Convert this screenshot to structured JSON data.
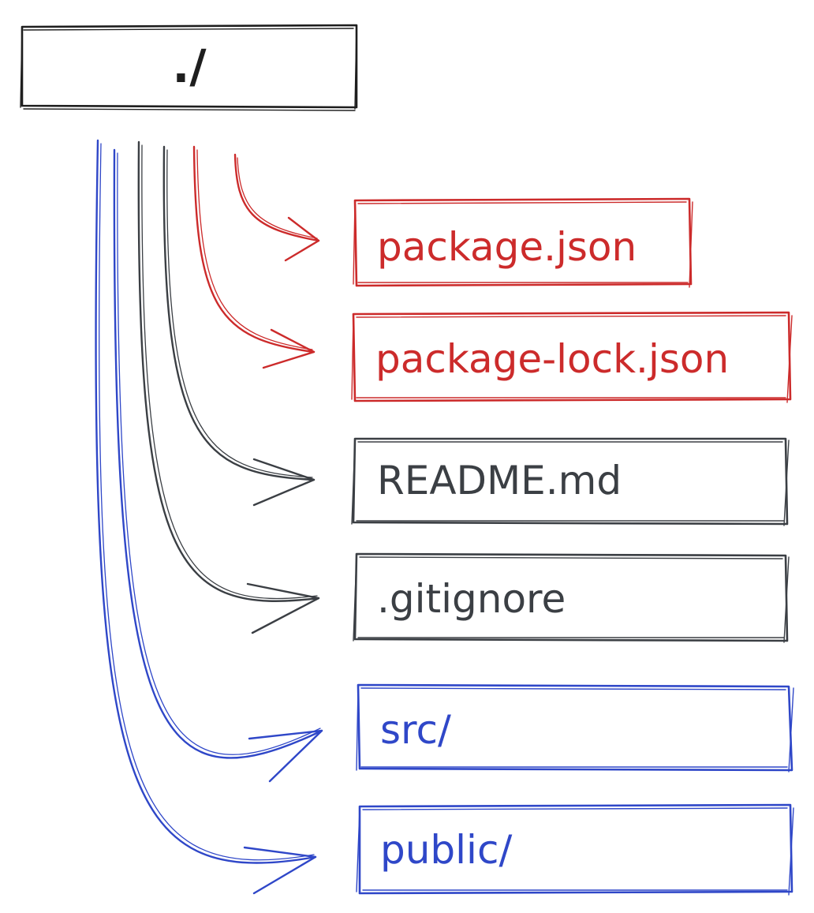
{
  "root": {
    "label": "./"
  },
  "colors": {
    "root": "#1e1e1e",
    "config": "#cc2b2b",
    "docs": "#3b3f44",
    "folders": "#2f47c8"
  },
  "entries": [
    {
      "label": "package.json",
      "group": "config"
    },
    {
      "label": "package-lock.json",
      "group": "config"
    },
    {
      "label": "README.md",
      "group": "docs"
    },
    {
      "label": ".gitignore",
      "group": "docs"
    },
    {
      "label": "src/",
      "group": "folders"
    },
    {
      "label": "public/",
      "group": "folders"
    }
  ]
}
